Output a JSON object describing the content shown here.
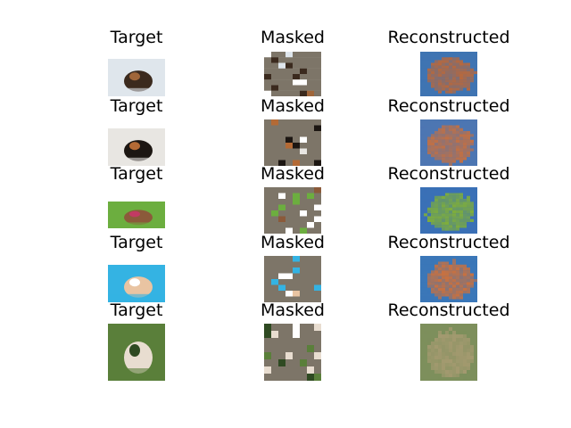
{
  "columns": [
    "Target",
    "Masked",
    "Reconstructed"
  ],
  "rows": [
    {
      "target": {
        "bg": "#dfe6ec",
        "fg": "#3b2a1e",
        "accent": "#a0663a"
      },
      "masked_fill": "#7d7568",
      "recon": {
        "base": "#3f74b2",
        "warm": "#b8683c"
      }
    },
    {
      "target": {
        "bg": "#e8e6e2",
        "fg": "#1c1612",
        "accent": "#b46a35"
      },
      "masked_fill": "#7d7568",
      "recon": {
        "base": "#4d76b2",
        "warm": "#c07045"
      }
    },
    {
      "target": {
        "bg": "#6cae3f",
        "fg": "#8b5a3a",
        "accent": "#c23a63"
      },
      "masked_fill": "#7d7568",
      "recon": {
        "base": "#3a70b6",
        "warm": "#7fae3a"
      }
    },
    {
      "target": {
        "bg": "#34b3e3",
        "fg": "#e9c4a2",
        "accent": "#ffffff"
      },
      "masked_fill": "#7d7568",
      "recon": {
        "base": "#3b77b8",
        "warm": "#c87140"
      }
    },
    {
      "target": {
        "bg": "#5a7f3a",
        "fg": "#e8ddd0",
        "accent": "#2f4a22"
      },
      "masked_fill": "#7d7568",
      "recon": {
        "base": "#7d8f5c",
        "warm": "#a49a70"
      }
    }
  ]
}
